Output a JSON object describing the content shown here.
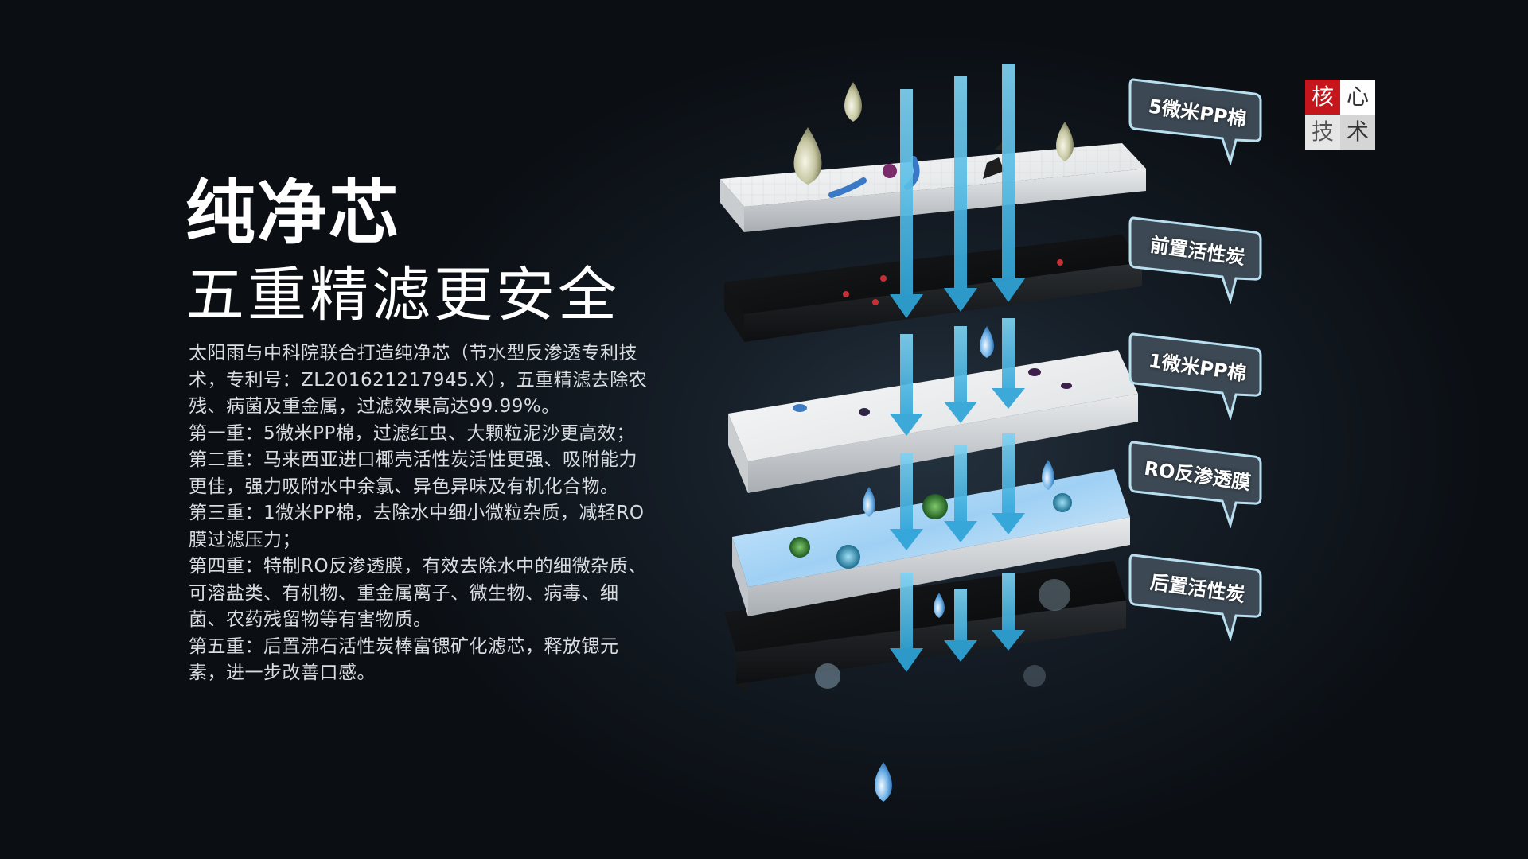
{
  "title": "纯净芯",
  "subtitle": "五重精滤更安全",
  "description": [
    "太阳雨与中科院联合打造纯净芯（节水型反渗透专利技",
    "术，专利号：ZL201621217945.X），五重精滤去除农",
    "残、病菌及重金属，过滤效果高达99.99%。",
    "第一重：5微米PP棉，过滤红虫、大颗粒泥沙更高效；",
    "第二重：马来西亚进口椰壳活性炭活性更强、吸附能力",
    "更佳，强力吸附水中余氯、异色异味及有机化合物。",
    "第三重：1微米PP棉，去除水中细小微粒杂质，减轻RO",
    "膜过滤压力；",
    "第四重：特制RO反渗透膜，有效去除水中的细微杂质、",
    "可溶盐类、有机物、重金属离子、微生物、病毒、细",
    "菌、农药残留物等有害物质。",
    "第五重：后置沸石活性炭棒富锶矿化滤芯，释放锶元",
    "素，进一步改善口感。"
  ],
  "badge": [
    "核",
    "心",
    "技",
    "术"
  ],
  "layers": [
    {
      "label": "5微米PP棉"
    },
    {
      "label": "前置活性炭"
    },
    {
      "label": "1微米PP棉"
    },
    {
      "label": "RO反渗透膜"
    },
    {
      "label": "后置活性炭"
    }
  ],
  "colors": {
    "badge_red": "#c4161c",
    "arrow": "#4fb6e0",
    "callout": "#4a5864"
  }
}
